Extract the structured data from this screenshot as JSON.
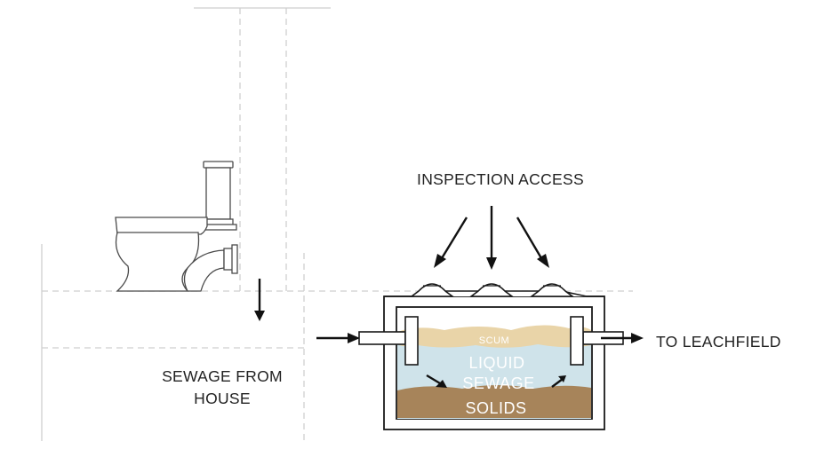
{
  "labels": {
    "inspection_access": "INSPECTION ACCESS",
    "to_leachfield": "TO LEACHFIELD",
    "sewage_from_house_line1": "SEWAGE FROM",
    "sewage_from_house_line2": "HOUSE",
    "scum": "SCUM",
    "liquid": "LIQUID",
    "sewage": "SEWAGE",
    "solids": "SOLIDS"
  },
  "colors": {
    "scum": "#e9d4a8",
    "liquid": "#cfe3ea",
    "solids": "#a7845a",
    "arrow": "#111111",
    "structure_lines": "#cfcfcf"
  }
}
